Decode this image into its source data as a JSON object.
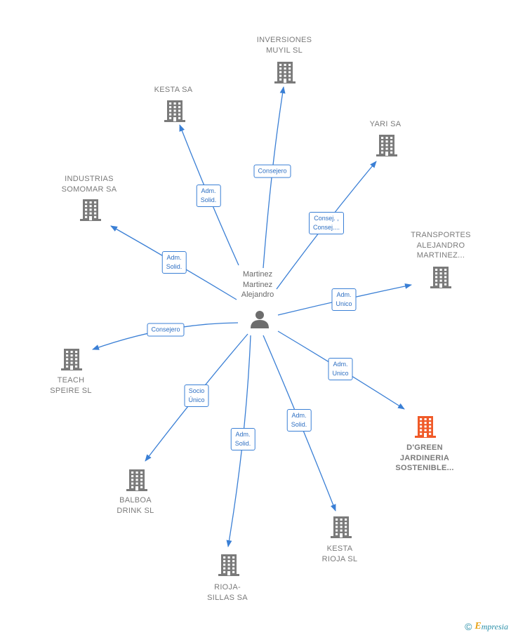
{
  "person": {
    "name": "Martinez\nMartinez\nAlejandro"
  },
  "companies": [
    {
      "id": "inversiones",
      "name": "INVERSIONES\nMUYIL  SL",
      "highlight": false
    },
    {
      "id": "kesta",
      "name": "KESTA SA",
      "highlight": false
    },
    {
      "id": "yari",
      "name": "YARI SA",
      "highlight": false
    },
    {
      "id": "industrias",
      "name": "INDUSTRIAS\nSOMOMAR SA",
      "highlight": false
    },
    {
      "id": "transportes",
      "name": "TRANSPORTES\nALEJANDRO\nMARTINEZ...",
      "highlight": false
    },
    {
      "id": "teach",
      "name": "TEACH\nSPEIRE  SL",
      "highlight": false
    },
    {
      "id": "dgreen",
      "name": "D'GREEN\nJARDINERIA\nSOSTENIBLE...",
      "highlight": true
    },
    {
      "id": "balboa",
      "name": "BALBOA\nDRINK  SL",
      "highlight": false
    },
    {
      "id": "kestarioja",
      "name": "KESTA\nRIOJA SL",
      "highlight": false
    },
    {
      "id": "riojasillas",
      "name": "RIOJA-\nSILLAS SA",
      "highlight": false
    }
  ],
  "relations": [
    {
      "to": "inversiones",
      "label": "Consejero"
    },
    {
      "to": "kesta",
      "label": "Adm.\nSolid."
    },
    {
      "to": "yari",
      "label": "Consej. ,\nConsej...."
    },
    {
      "to": "industrias",
      "label": "Adm.\nSolid."
    },
    {
      "to": "transportes",
      "label": "Adm.\nUnico"
    },
    {
      "to": "teach",
      "label": "Consejero"
    },
    {
      "to": "dgreen",
      "label": "Adm.\nUnico"
    },
    {
      "to": "balboa",
      "label": "Socio\nÚnico"
    },
    {
      "to": "riojasillas",
      "label": "Adm.\nSolid."
    },
    {
      "to": "kestarioja",
      "label": "Adm.\nSolid."
    }
  ],
  "colors": {
    "edge": "#3a7fd5",
    "building": "#7a7a7a",
    "building_highlight": "#f05a28",
    "person": "#6d6d6d"
  },
  "footer": {
    "copyright": "©",
    "brand_initial": "E",
    "brand_rest": "mpresia"
  }
}
